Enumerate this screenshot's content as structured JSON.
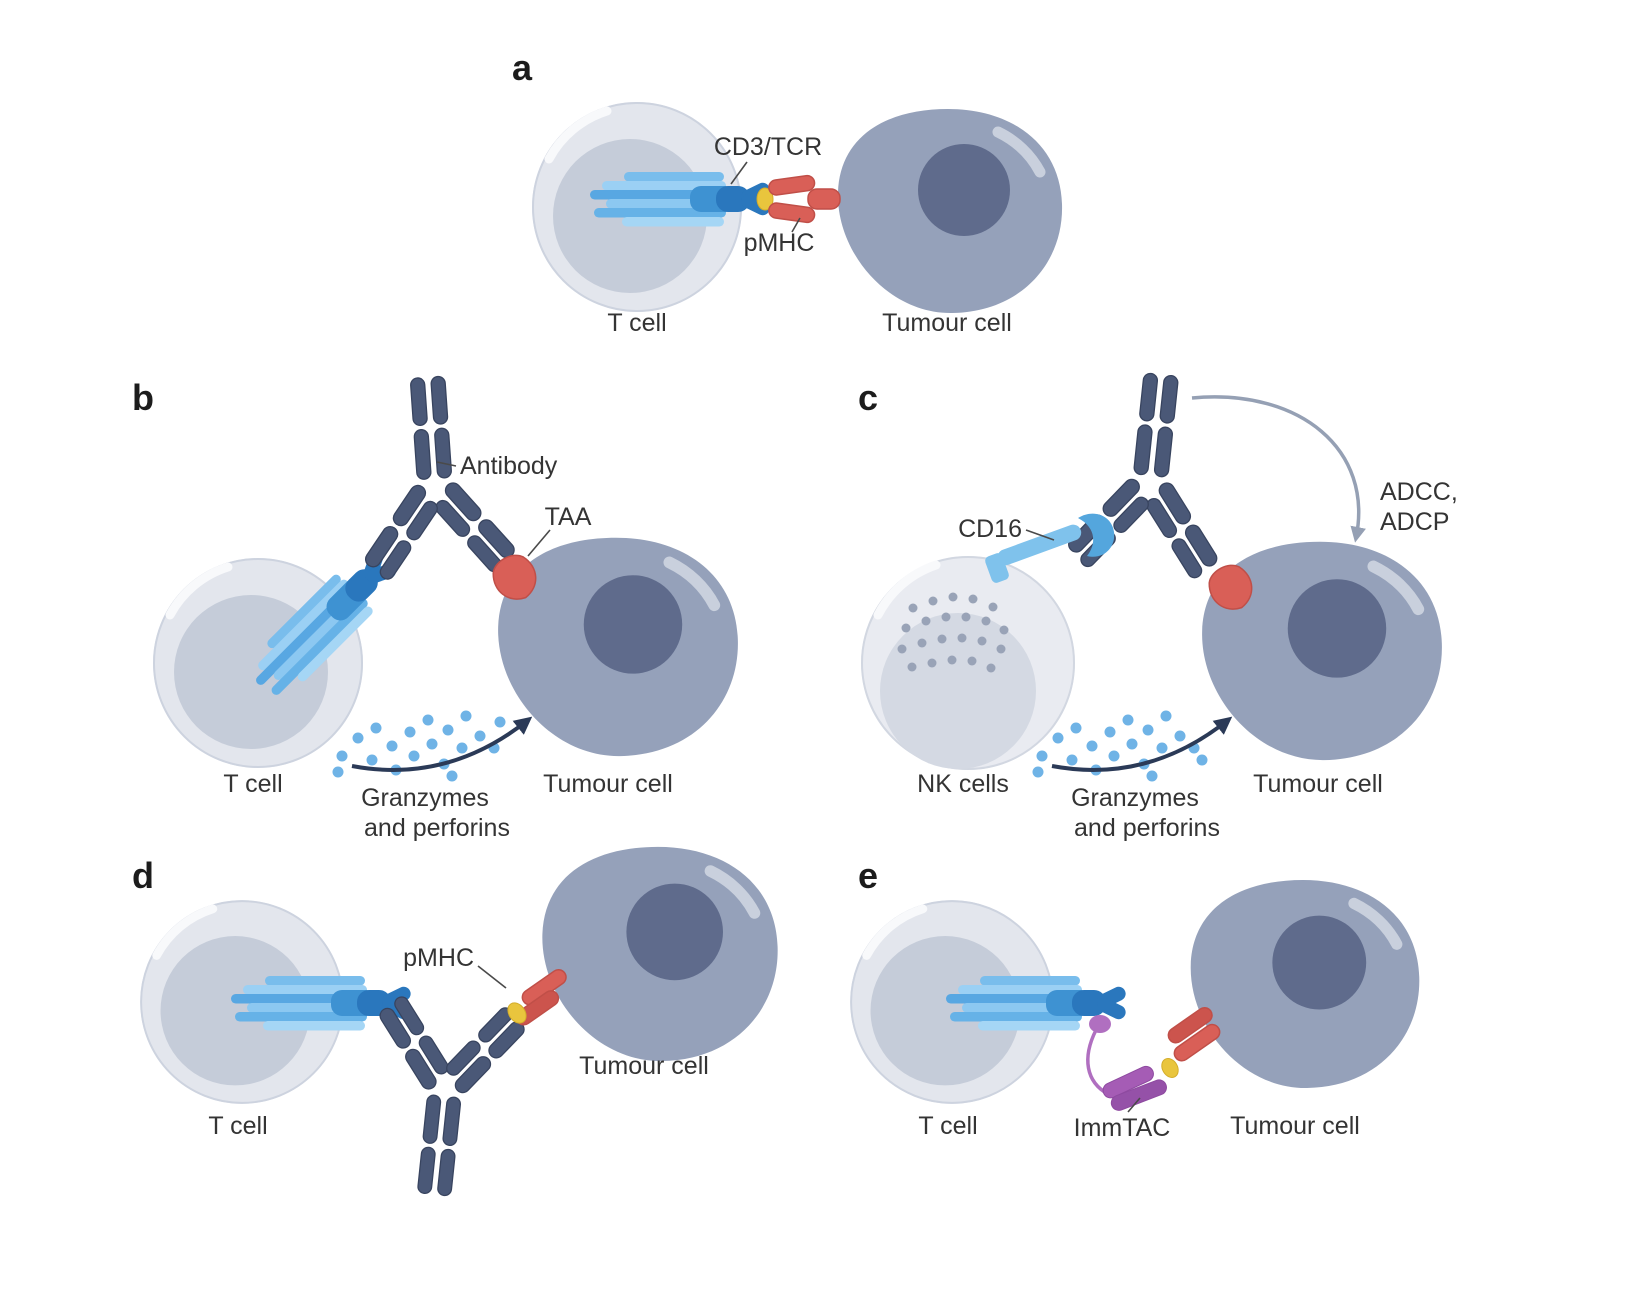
{
  "figure": {
    "background": "#ffffff",
    "panels": {
      "a": {
        "letter": "a",
        "cd3_tcr_label": "CD3/TCR",
        "pmhc_label": "pMHC",
        "t_cell_label": "T cell",
        "tumour_cell_label": "Tumour cell"
      },
      "b": {
        "letter": "b",
        "antibody_label": "Antibody",
        "taa_label": "TAA",
        "t_cell_label": "T cell",
        "granzymes_line1": "Granzymes",
        "granzymes_line2": "and perforins",
        "tumour_cell_label": "Tumour cell"
      },
      "c": {
        "letter": "c",
        "cd16_label": "CD16",
        "adcc_line1": "ADCC,",
        "adcc_line2": "ADCP",
        "nk_cells_label": "NK cells",
        "granzymes_line1": "Granzymes",
        "granzymes_line2": "and perforins",
        "tumour_cell_label": "Tumour cell"
      },
      "d": {
        "letter": "d",
        "pmhc_label": "pMHC",
        "t_cell_label": "T cell",
        "tumour_cell_label": "Tumour cell"
      },
      "e": {
        "letter": "e",
        "t_cell_label": "T cell",
        "immtac_label": "ImmTAC",
        "tumour_cell_label": "Tumour cell"
      }
    },
    "colors": {
      "t_cell_body": "#e3e6ed",
      "t_cell_inner": "#c5ccd9",
      "nk_cell_body": "#e9ebf1",
      "tumour_cell_body": "#95a1ba",
      "tumour_nucleus": "#5f6b8c",
      "tcr_light_blue": "#6fb6e8",
      "tcr_dark_blue": "#2a77bd",
      "antibody_slate": "#4a5877",
      "antigen_red": "#d95f57",
      "peptide_yellow": "#e9c53d",
      "immtac_purple": "#a55cb5",
      "granzyme_blue": "#6fb3e6",
      "arrow_dark": "#2b3a57",
      "arrow_gray": "#95a0b4"
    }
  }
}
